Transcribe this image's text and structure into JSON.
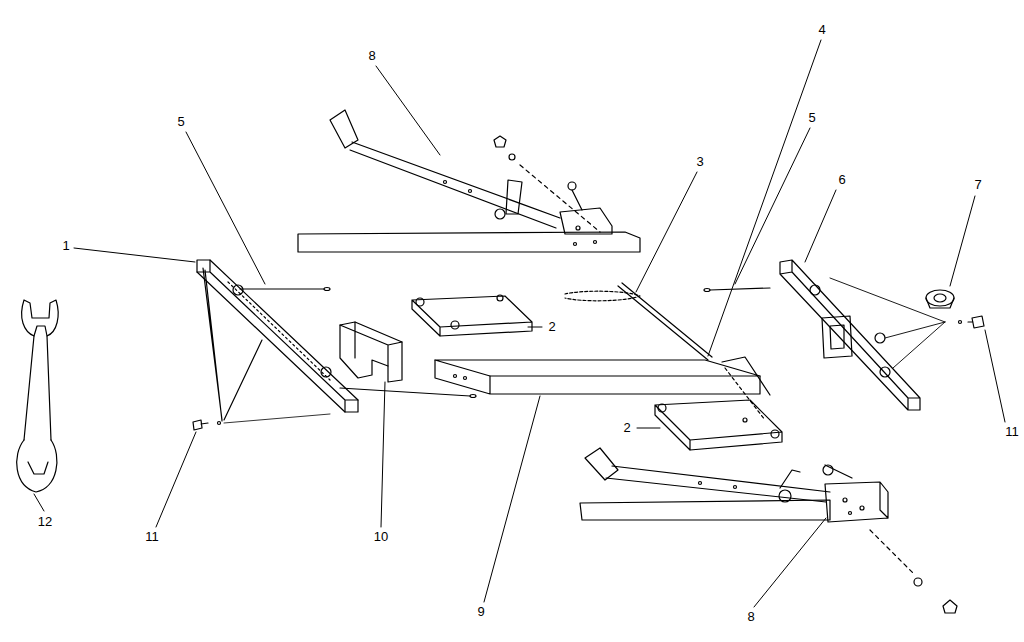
{
  "diagram": {
    "labels": [
      "8",
      "4",
      "5",
      "5",
      "3",
      "6",
      "7",
      "1",
      "2",
      "2",
      "11",
      "12",
      "11",
      "10",
      "9",
      "8"
    ]
  }
}
